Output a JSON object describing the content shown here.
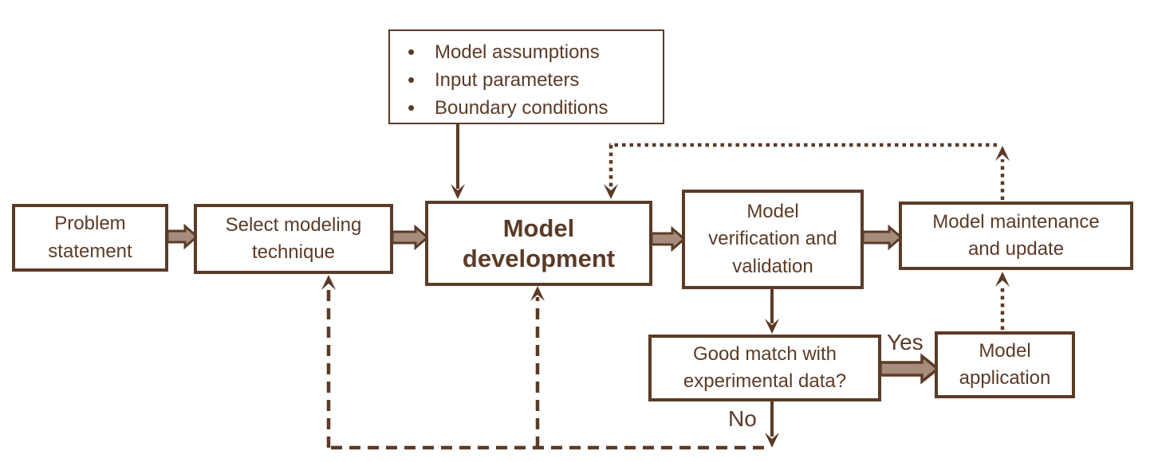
{
  "colors": {
    "ink": "#5b3b27",
    "block_arrow_fill": "#a68c7c",
    "box_background": "#ffffff"
  },
  "notes_box": {
    "items": [
      "Model assumptions",
      "Input parameters",
      "Boundary conditions"
    ],
    "bullet_glyph": "•"
  },
  "nodes": {
    "problem_statement": "Problem\nstatement",
    "select_technique": "Select modeling\ntechnique",
    "model_development": "Model\ndevelopment",
    "verification": "Model\nverification and\nvalidation",
    "maintenance": "Model maintenance\nand update",
    "good_match": "Good match with\nexperimental data?",
    "application": "Model\napplication"
  },
  "edge_labels": {
    "yes": "Yes",
    "no": "No"
  },
  "edges": [
    {
      "from": "problem_statement",
      "to": "select_technique",
      "style": "block-arrow"
    },
    {
      "from": "select_technique",
      "to": "model_development",
      "style": "block-arrow"
    },
    {
      "from": "notes_box",
      "to": "model_development",
      "style": "solid-arrow"
    },
    {
      "from": "model_development",
      "to": "verification",
      "style": "block-arrow"
    },
    {
      "from": "verification",
      "to": "maintenance",
      "style": "block-arrow"
    },
    {
      "from": "verification",
      "to": "good_match",
      "style": "solid-arrow"
    },
    {
      "from": "good_match",
      "to": "application",
      "style": "block-arrow",
      "label": "Yes"
    },
    {
      "from": "application",
      "to": "maintenance",
      "style": "dotted-arrow"
    },
    {
      "from": "maintenance",
      "to": "model_development",
      "style": "dotted-arrow"
    },
    {
      "from": "good_match",
      "to": "model_development",
      "style": "dashed-arrow",
      "label": "No"
    },
    {
      "from": "good_match",
      "to": "select_technique",
      "style": "dashed-arrow",
      "label": "No"
    }
  ]
}
